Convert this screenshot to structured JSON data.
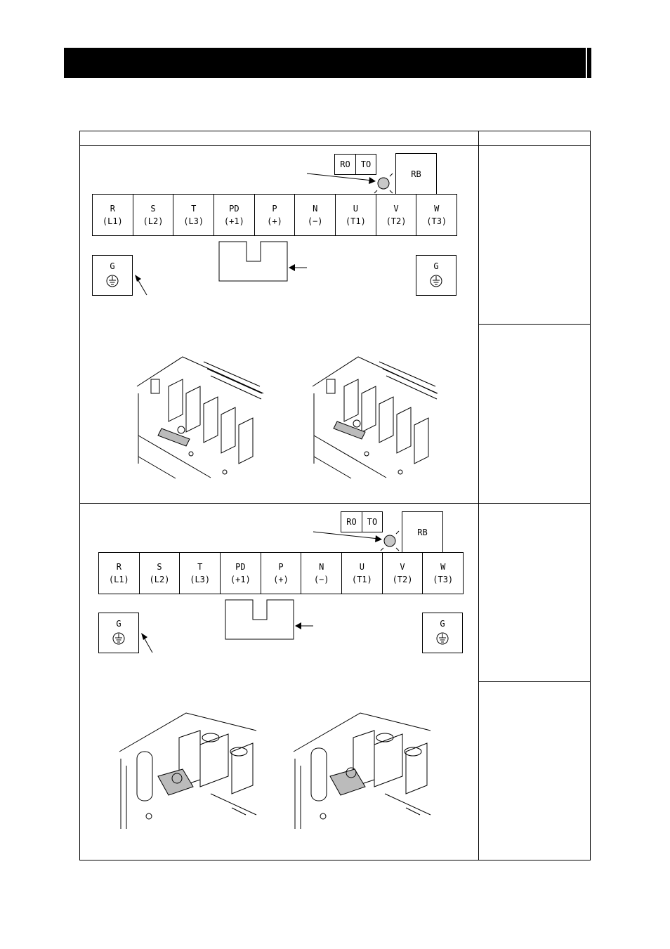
{
  "panels": [
    {
      "terminals": [
        {
          "name": "R",
          "sub": "(L1)"
        },
        {
          "name": "S",
          "sub": "(L2)"
        },
        {
          "name": "T",
          "sub": "(L3)"
        },
        {
          "name": "PD",
          "sub": "(+1)"
        },
        {
          "name": "P",
          "sub": "(+)"
        },
        {
          "name": "N",
          "sub": "(−)"
        },
        {
          "name": "U",
          "sub": "(T1)"
        },
        {
          "name": "V",
          "sub": "(T2)"
        },
        {
          "name": "W",
          "sub": "(T3)"
        }
      ],
      "ro_label": "RO",
      "to_label": "TO",
      "rb_label": "RB",
      "ground_left": "G",
      "ground_right": "G"
    },
    {
      "terminals": [
        {
          "name": "R",
          "sub": "(L1)"
        },
        {
          "name": "S",
          "sub": "(L2)"
        },
        {
          "name": "T",
          "sub": "(L3)"
        },
        {
          "name": "PD",
          "sub": "(+1)"
        },
        {
          "name": "P",
          "sub": "(+)"
        },
        {
          "name": "N",
          "sub": "(−)"
        },
        {
          "name": "U",
          "sub": "(T1)"
        },
        {
          "name": "V",
          "sub": "(T2)"
        },
        {
          "name": "W",
          "sub": "(T3)"
        }
      ],
      "ro_label": "RO",
      "to_label": "TO",
      "rb_label": "RB",
      "ground_left": "G",
      "ground_right": "G"
    }
  ],
  "colors": {
    "header_bar": "#000000",
    "indicator": "#c8c8c8"
  }
}
